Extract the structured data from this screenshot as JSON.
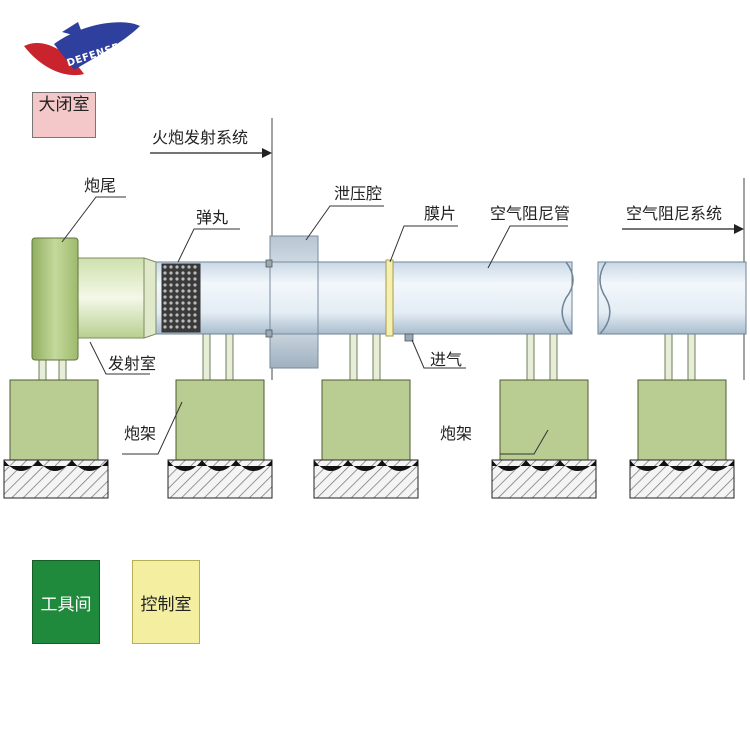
{
  "logo": {
    "text": "DEFENSE"
  },
  "rooms": {
    "top_room": "大闭室",
    "tool_room": "工具间",
    "control_room": "控制室"
  },
  "labels": {
    "gun_launch_system": "火炮发射系统",
    "breech": "炮尾",
    "projectile": "弹丸",
    "pressure_relief_chamber": "泄压腔",
    "diaphragm": "膜片",
    "air_damping_tube": "空气阻尼管",
    "air_damping_system": "空气阻尼系统",
    "chamber": "发射室",
    "air_inlet": "进气",
    "gun_mount_left": "炮架",
    "gun_mount_right": "炮架"
  },
  "colors": {
    "mount_green": "#b9cc92",
    "breech_green": "#a9c37c",
    "tube_blue": "#dde8f2",
    "tool_room_green": "#1f8a3b",
    "control_room_yellow": "#f3eea0",
    "top_room_pink": "#f4c7c8",
    "logo_blue": "#2f3f9e",
    "logo_red": "#c9242d"
  }
}
